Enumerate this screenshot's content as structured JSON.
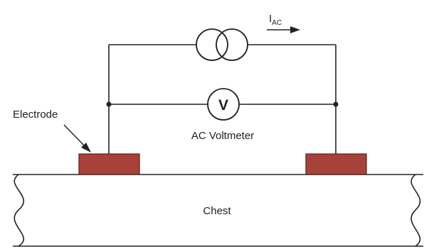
{
  "labels": {
    "current_main": "I",
    "current_sub": "AC",
    "voltmeter_symbol": "V",
    "voltmeter": "AC Voltmeter",
    "electrode": "Electrode",
    "chest": "Chest"
  },
  "colors": {
    "electrode_fill": "#a7423a",
    "electrode_stroke": "#5a1e19",
    "wire": "#222222",
    "background": "#ffffff"
  },
  "icons": {
    "current_source": "ac-current-source-icon",
    "voltmeter": "voltmeter-icon",
    "direction": "arrow-right-icon"
  }
}
